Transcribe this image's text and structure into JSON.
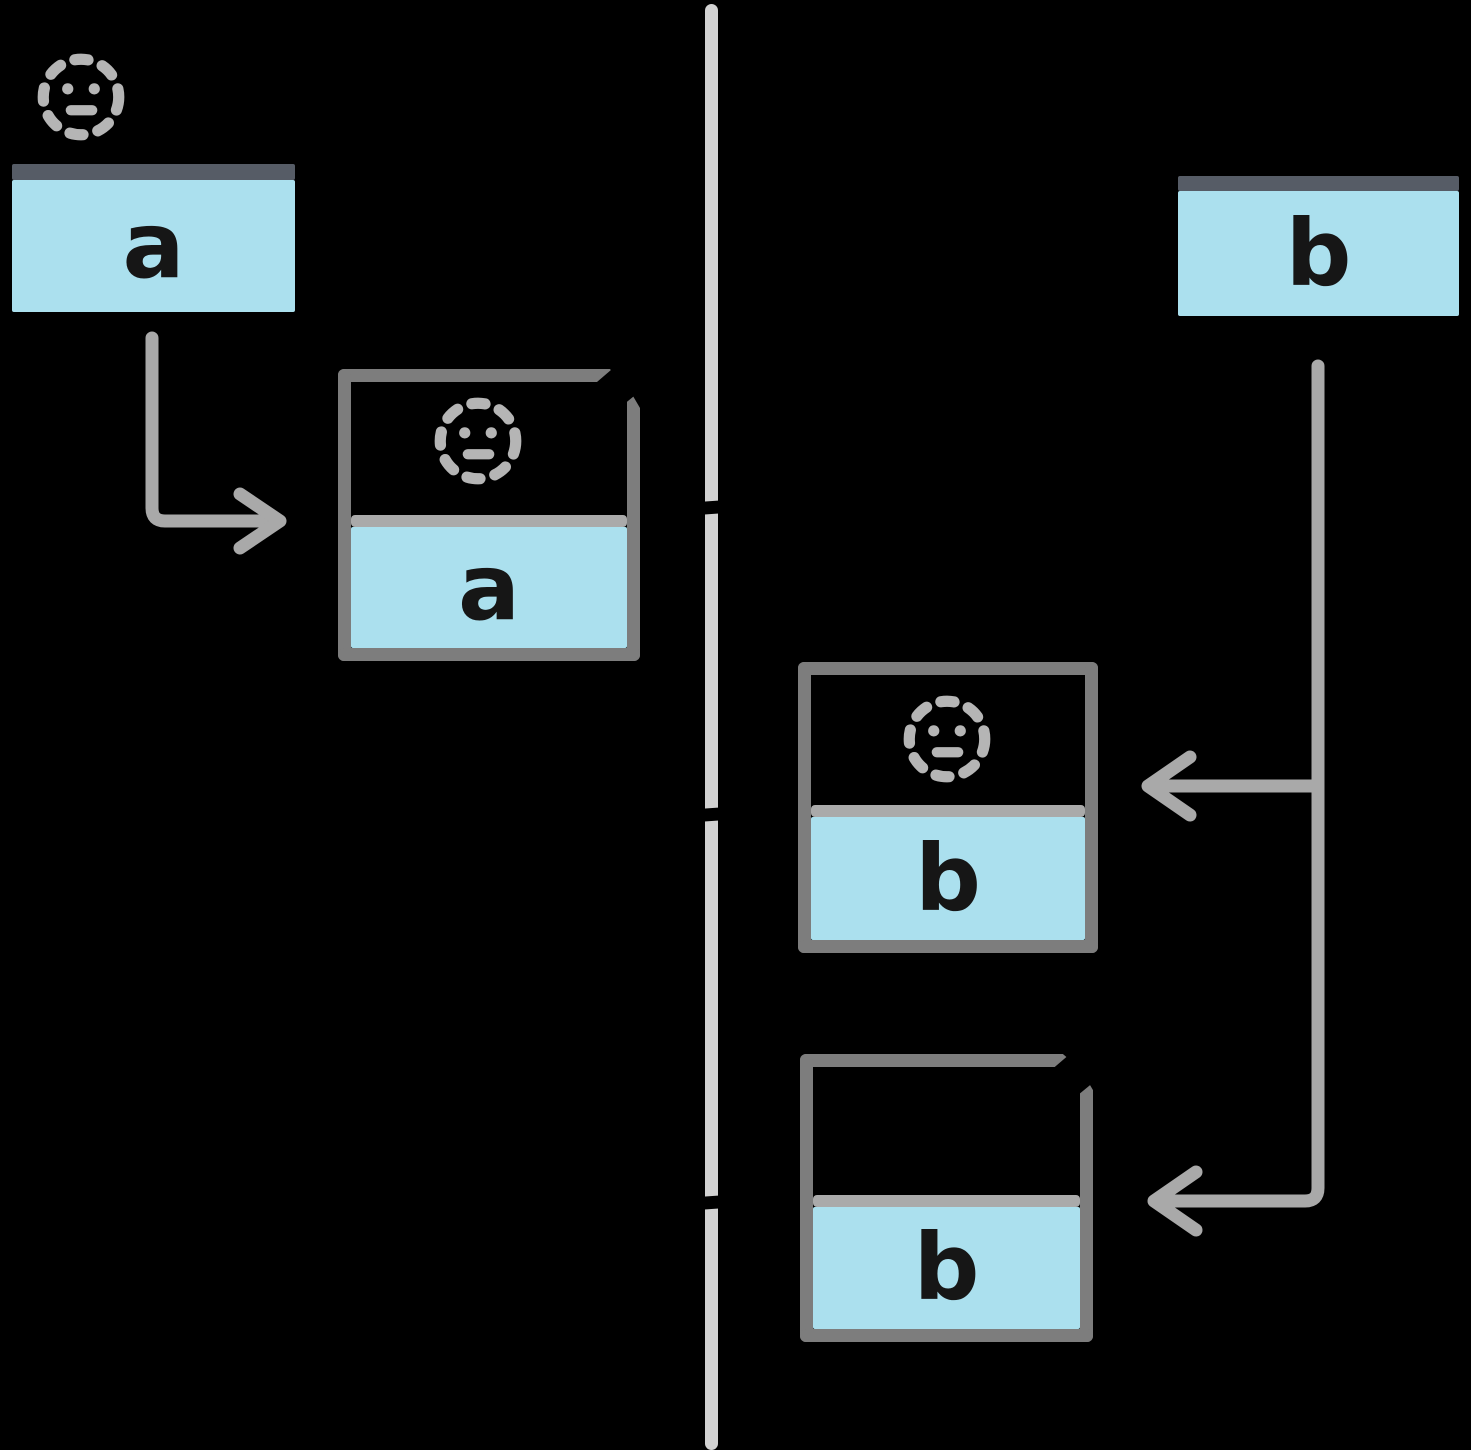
{
  "diagram": {
    "description": "hand-drawn timeline diagram with state boxes",
    "timeline": {
      "orientation": "vertical",
      "tick_count": 3
    },
    "boxes": [
      {
        "name": "box-a-origin",
        "letter": "a",
        "icon": "dotted-smiley-icon",
        "burst": false
      },
      {
        "name": "box-b-origin",
        "letter": "b",
        "icon": "none",
        "burst": false
      },
      {
        "name": "box-a-copy",
        "letter": "a",
        "icon": "dotted-smiley-icon",
        "burst": true
      },
      {
        "name": "box-b-copy-1",
        "letter": "b",
        "icon": "dotted-smiley-icon",
        "burst": false
      },
      {
        "name": "box-b-copy-2",
        "letter": "b",
        "icon": "circle-icon",
        "burst": true
      }
    ],
    "connections": [
      {
        "from": "box-a-origin",
        "to": "box-a-copy"
      },
      {
        "from": "box-b-origin",
        "to": "box-b-copy-1"
      },
      {
        "from": "box-b-origin",
        "to": "box-b-copy-2"
      }
    ],
    "colors": {
      "background": "#000000",
      "box_fill_blue": "#abe0ee",
      "box_top_bar": "#565c66",
      "snapshot_border": "#7d7d7d",
      "snapshot_divider": "#aaaaaa",
      "arrow": "#a9a9a9",
      "timeline": "#d2d2d2",
      "dotted_icon": "#b5b5b5",
      "letter_ink": "#161616",
      "burst_ink": "#000000"
    }
  }
}
